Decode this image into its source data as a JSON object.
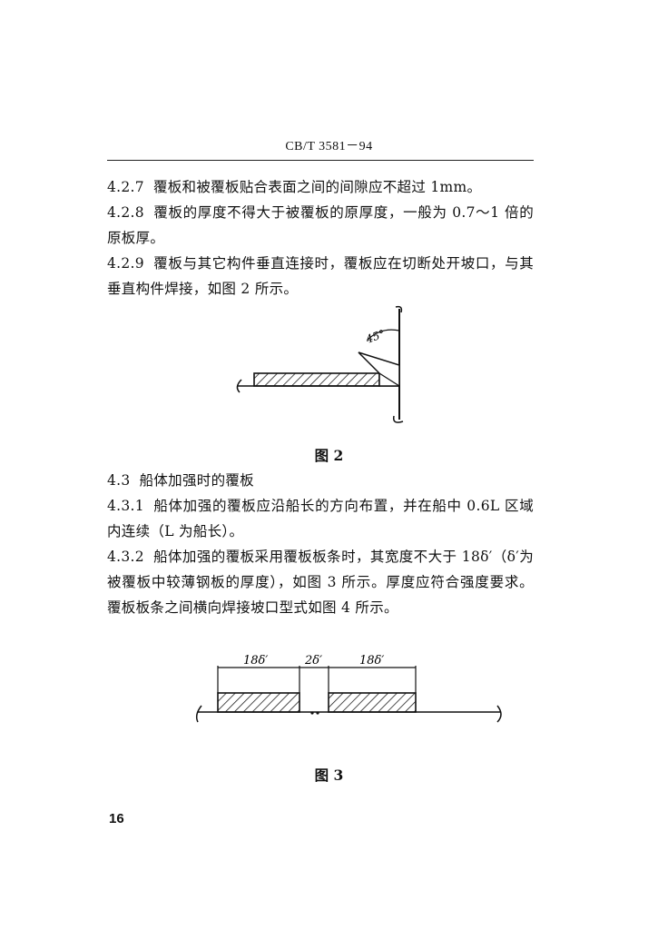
{
  "header": {
    "standard_code": "CB/T 3581－94"
  },
  "sections": [
    {
      "num": "4.2.7",
      "text": "覆板和被覆板贴合表面之间的间隙应不超过 1mm。"
    },
    {
      "num": "4.2.8",
      "text": "覆板的厚度不得大于被覆板的原厚度，一般为 0.7～1 倍的原板厚。"
    },
    {
      "num": "4.2.9",
      "text": "覆板与其它构件垂直连接时，覆板应在切断处开坡口，与其垂直构件焊接，如图 2 所示。"
    },
    {
      "num": "4.3",
      "text": "船体加强时的覆板"
    },
    {
      "num": "4.3.1",
      "text": "船体加强的覆板应沿船长的方向布置，并在船中 0.6L 区域内连续（L 为船长）。"
    },
    {
      "num": "4.3.2",
      "text": "船体加强的覆板采用覆板板条时，其宽度不大于 18δ′（δ′为被覆板中较薄钢板的厚度），如图 3 所示。厚度应符合强度要求。覆板板条之间横向焊接坡口型式如图 4 所示。"
    }
  ],
  "figure2": {
    "caption": "图 2",
    "angle_label": "45°"
  },
  "figure3": {
    "caption": "图 3",
    "dim_left": "18δ′",
    "dim_gap": "2δ′",
    "dim_right": "18δ′"
  },
  "page_number": "16"
}
